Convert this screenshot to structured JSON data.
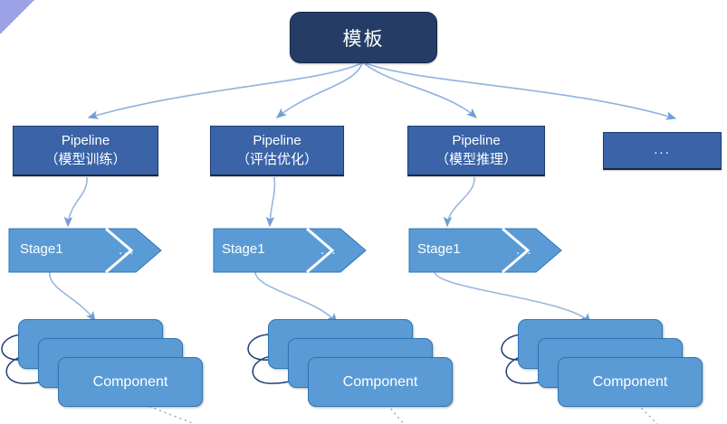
{
  "diagram": {
    "title_box": {
      "label": "模板"
    },
    "pipelines": [
      {
        "name": "Pipeline",
        "subtitle": "（模型训练）"
      },
      {
        "name": "Pipeline",
        "subtitle": "（评估优化）"
      },
      {
        "name": "Pipeline",
        "subtitle": "（模型推理）"
      },
      {
        "name": "...",
        "subtitle": ""
      }
    ],
    "stages": [
      {
        "first": "Stage1",
        "more": "..."
      },
      {
        "first": "Stage1",
        "more": "..."
      },
      {
        "first": "Stage1",
        "more": "..."
      }
    ],
    "component_groups": [
      {
        "label": "Component",
        "stack_count": 3
      },
      {
        "label": "Component",
        "stack_count": 3
      },
      {
        "label": "Component",
        "stack_count": 3
      }
    ],
    "colors": {
      "template_fill": "#253d66",
      "pipeline_fill": "#3a63a8",
      "stage_fill": "#5b9bd5",
      "component_fill": "#5b9bd5",
      "arrow_light": "#7fa9dc",
      "arrow_dark": "#1f3d74",
      "background": "#ffffff",
      "dotted_line": "#9aa3ad"
    }
  }
}
